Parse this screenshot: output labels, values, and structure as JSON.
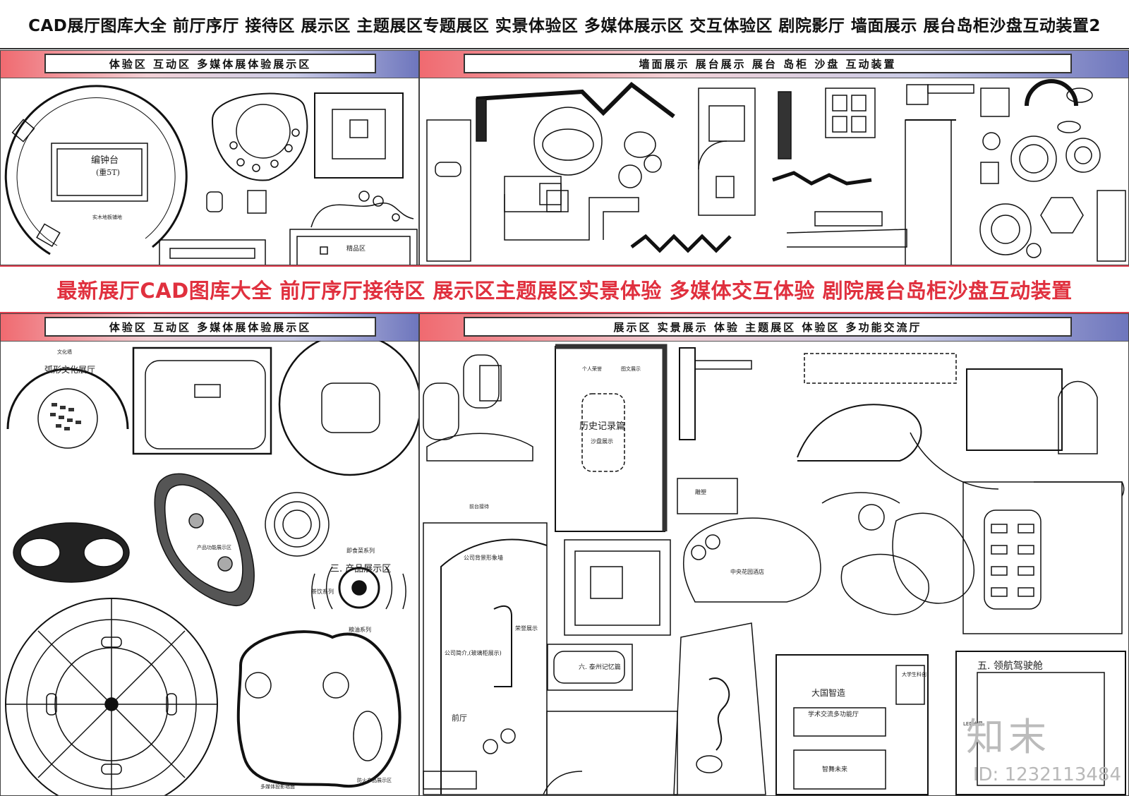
{
  "title": "CAD展厅图库大全 前厅序厅 接待区 展示区 主题展区专题展区 实景体验区 多媒体展示区 交互体验区 剧院影厅 墙面展示 展台岛柜沙盘互动装置2",
  "banner": "最新展厅CAD图库大全 前厅序厅接待区 展示区主题展区实景体验 多媒体交互体验 剧院展台岛柜沙盘互动装置",
  "sections": {
    "top_left": "体验区 互动区 多媒体展体验展示区",
    "top_right": "墙面展示 展台展示 展台 岛柜 沙盘 互动装置",
    "bottom_left": "体验区 互动区 多媒体展体验展示区",
    "bottom_right": "展示区 实景展示 体验 主题展区 体验区 多功能交流厅"
  },
  "labels": {
    "bell_stage": "编钟台",
    "bell_weight": "(重5T)",
    "wood_floor": "实木地板铺地",
    "boutique": "精品区",
    "arc_hall": "弧形文化展厅",
    "culture_wall": "文化墙",
    "product_zone": "三. 产品展示区",
    "product_function": "产品功能展示区",
    "history_record": "历史记录篇",
    "sand_table": "沙盘展示",
    "personal_honor": "个人荣誉",
    "graphic_display": "图文展示",
    "front_desk": "前台接待",
    "company_image": "公司背景形象墙",
    "company_intro": "公司简介,(玻璃柜展示)",
    "lobby": "前厅",
    "honor_display": "荣誉展示",
    "memory_hall": "六. 泰州记忆篇",
    "central_garden": "中央花园酒店",
    "big_country": "大国智造",
    "academic_hall": "学术交流多功能厅",
    "future": "智舞未来",
    "college_science": "大学生科创",
    "pilot_cabin": "五. 领航驾驶舱",
    "led_screen": "LED大屏",
    "multimedia_wall": "多媒体投影墙面",
    "fire_products": "防火产品展示区",
    "tea_series": "茶饮系列",
    "grain_oil": "粮油系列",
    "instant_food": "即食菜系列",
    "sculpture": "雕塑"
  },
  "watermark": {
    "logo": "知末",
    "id": "ID: 1232113484"
  }
}
